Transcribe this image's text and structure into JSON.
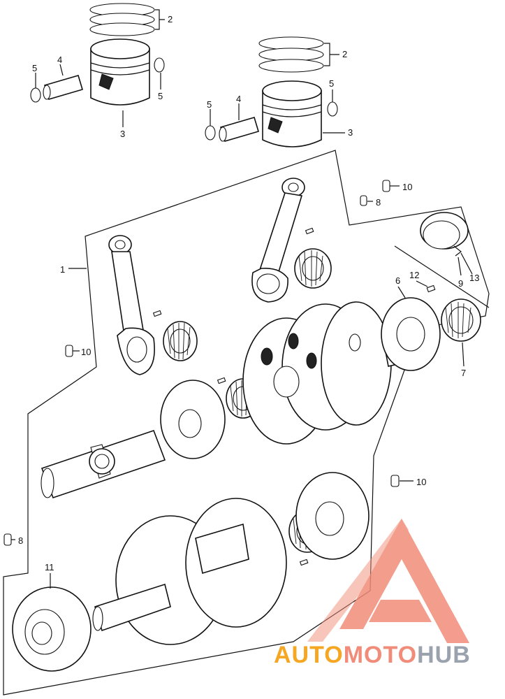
{
  "callouts": {
    "c1": "1",
    "c2a": "2",
    "c2b": "2",
    "c3a": "3",
    "c3b": "3",
    "c4a": "4",
    "c4b": "4",
    "c5a": "5",
    "c5b": "5",
    "c5c": "5",
    "c5d": "5",
    "c6": "6",
    "c7": "7",
    "c8a": "8",
    "c8b": "8",
    "c9": "9",
    "c10a": "10",
    "c10b": "10",
    "c10c": "10",
    "c11": "11",
    "c12": "12",
    "c13": "13"
  },
  "watermark": {
    "part_a": "AUTO",
    "part_b": "MOTO",
    "part_c": "HUB",
    "logo_color": "#f28c7a"
  }
}
